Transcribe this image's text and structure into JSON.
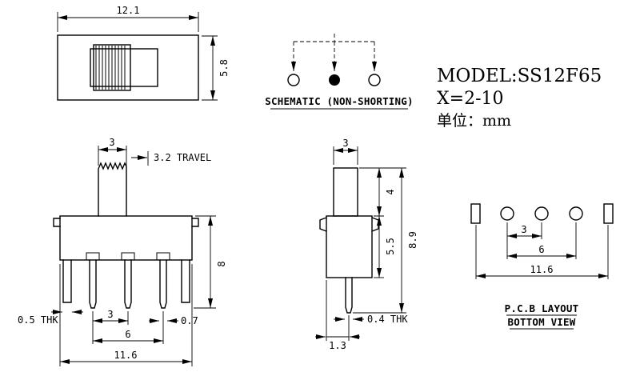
{
  "colors": {
    "ink": "#000000",
    "paper": "#ffffff"
  },
  "title_block": {
    "model": "MODEL:SS12F65",
    "x_range": "X=2-10",
    "unit": "单位：mm"
  },
  "schematic": {
    "caption": "SCHEMATIC (NON-SHORTING)"
  },
  "top_view": {
    "dim_width": "12.1",
    "dim_height": "5.8"
  },
  "front_view": {
    "dim_knob_width": "3",
    "dim_travel": "3.2 TRAVEL",
    "dim_height": "8",
    "dim_thickness": "0.5 THK",
    "dim_pin_pitch": "3",
    "dim_pin_span": "6",
    "dim_pin_width": "0.7",
    "dim_total_width": "11.6"
  },
  "side_view": {
    "dim_knob_width": "3",
    "dim_knob_height": "4",
    "dim_body_height": "5.5",
    "dim_total_height": "8.9",
    "dim_pin_thickness": "0.4 THK",
    "dim_pin_offset": "1.3"
  },
  "pcb_layout": {
    "dim_pitch": "3",
    "dim_span": "6",
    "dim_total": "11.6",
    "caption_line1": "P.C.B LAYOUT",
    "caption_line2": "BOTTOM VIEW"
  }
}
